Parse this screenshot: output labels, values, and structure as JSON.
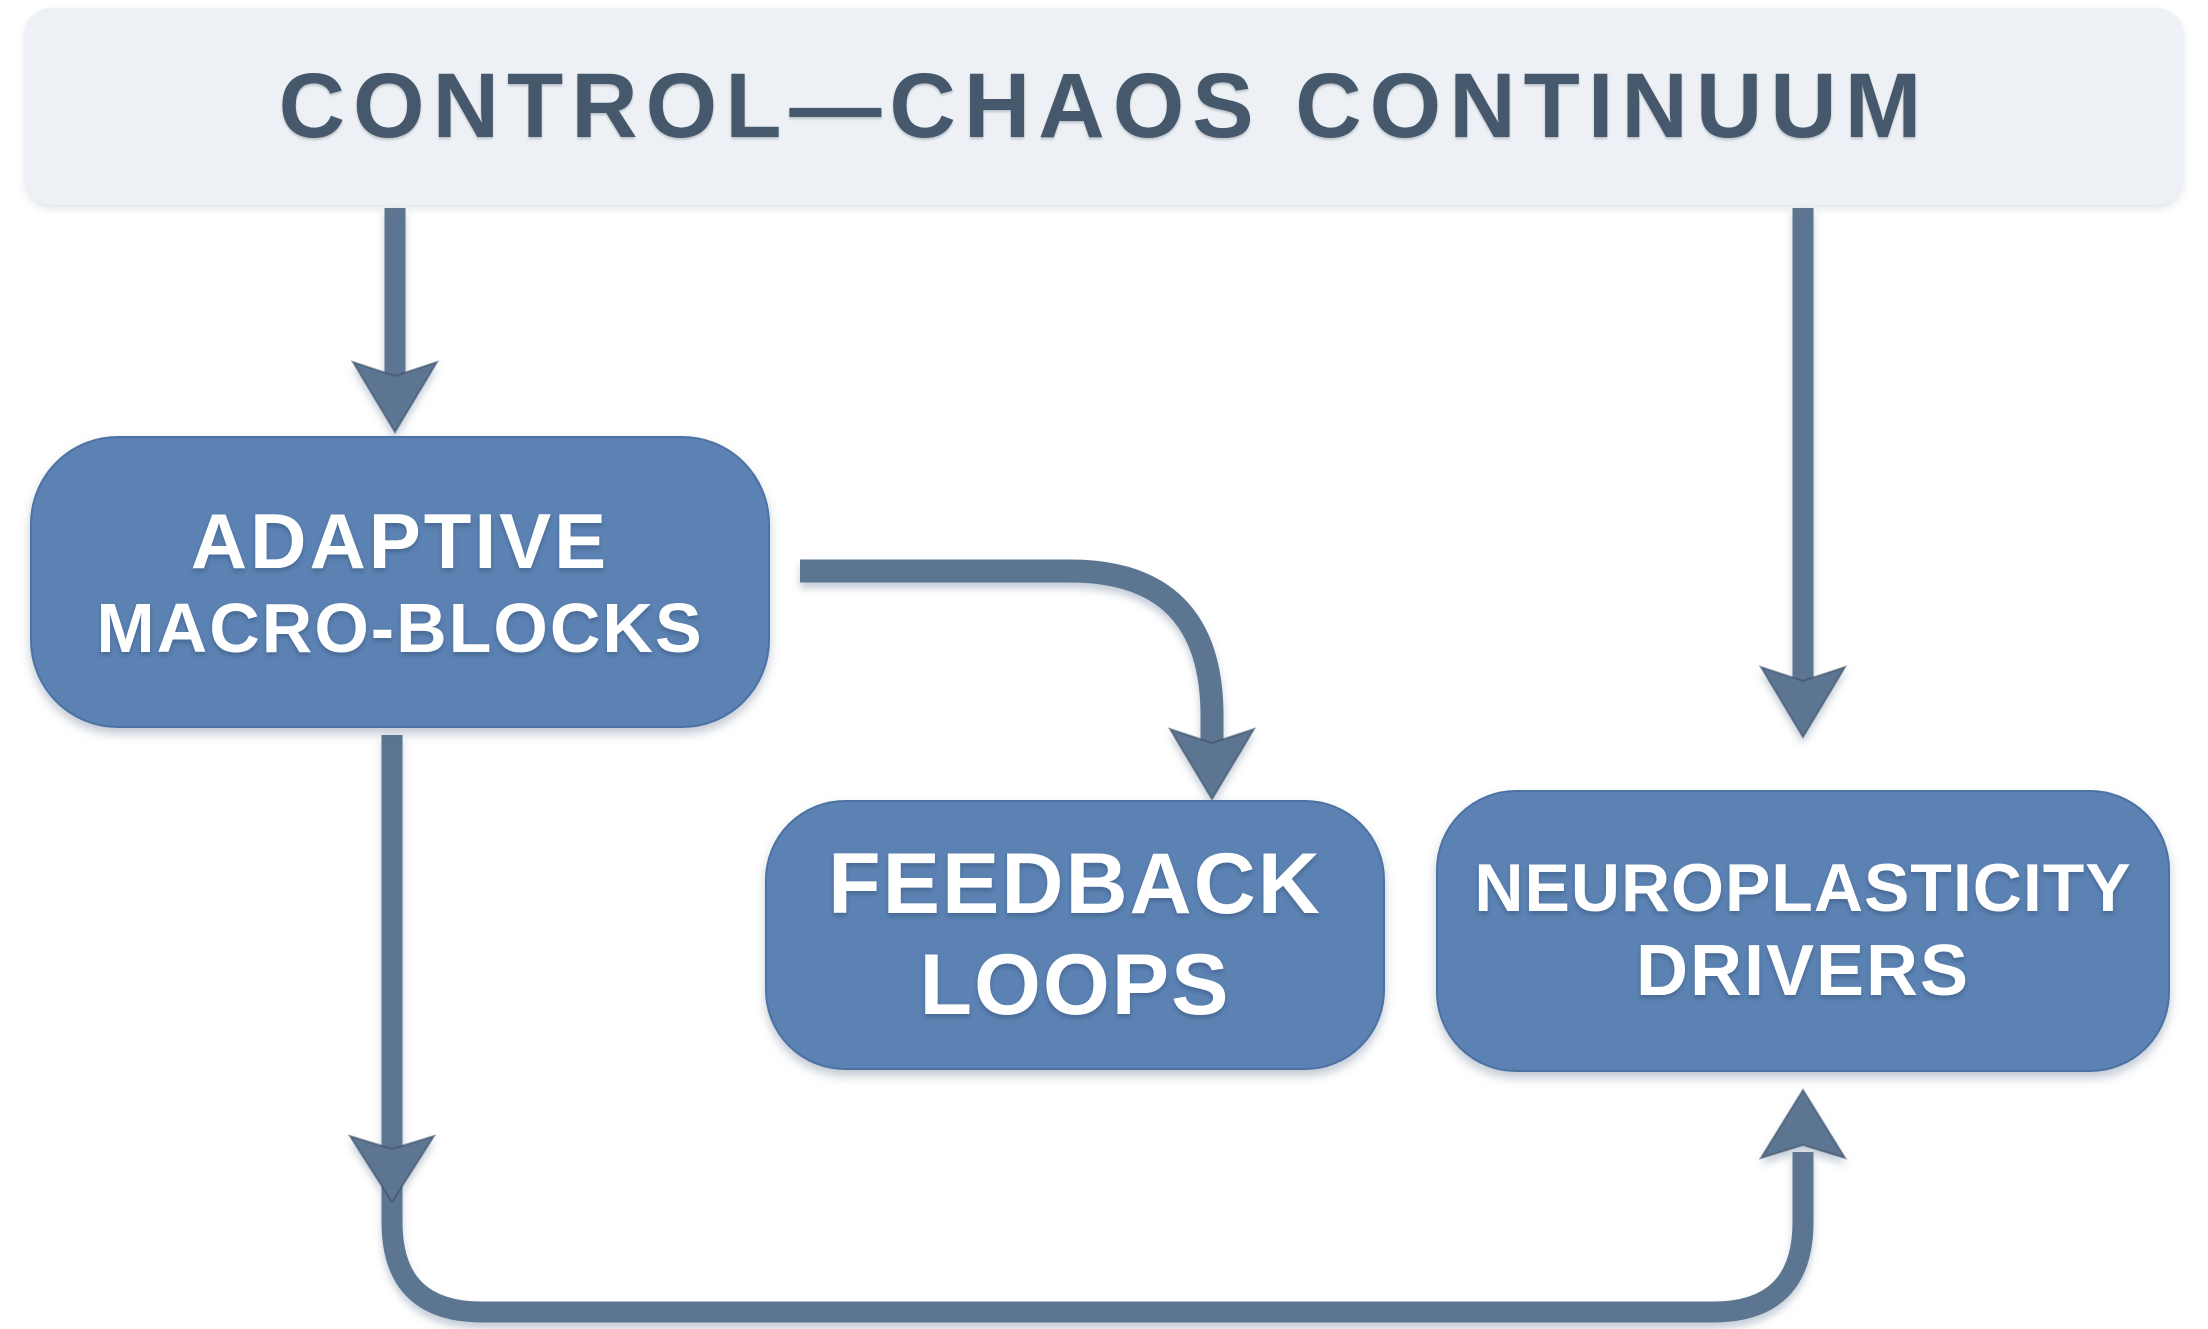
{
  "diagram": {
    "header": {
      "title": "CONTROL—CHAOS CONTINUUM"
    },
    "nodes": {
      "adaptive": {
        "line1": "ADAPTIVE",
        "line2": "MACRO-BLOCKS"
      },
      "feedback": {
        "line1": "FEEDBACK",
        "line2": "LOOPS"
      },
      "neuro": {
        "line1": "NEUROPLASTICITY",
        "line2": "DRIVERS"
      }
    },
    "edges": [
      {
        "from": "control-chaos-continuum",
        "to": "adaptive-macro-blocks",
        "style": "straight-down-arrow"
      },
      {
        "from": "control-chaos-continuum",
        "to": "neuroplasticity-drivers",
        "style": "straight-down-arrow"
      },
      {
        "from": "adaptive-macro-blocks",
        "to": "feedback-loops",
        "style": "curved-right-down-arrow"
      },
      {
        "from": "adaptive-macro-blocks",
        "to": "neuroplasticity-drivers",
        "style": "bottom-loop-arrow"
      }
    ],
    "colors": {
      "background": "#ffffff",
      "header_fill": "#edf1f5",
      "title_text": "#46586c",
      "node_fill": "#5b82b2",
      "node_border": "#4b72a3",
      "node_text": "#ffffff",
      "connector": "#5b7490"
    }
  }
}
